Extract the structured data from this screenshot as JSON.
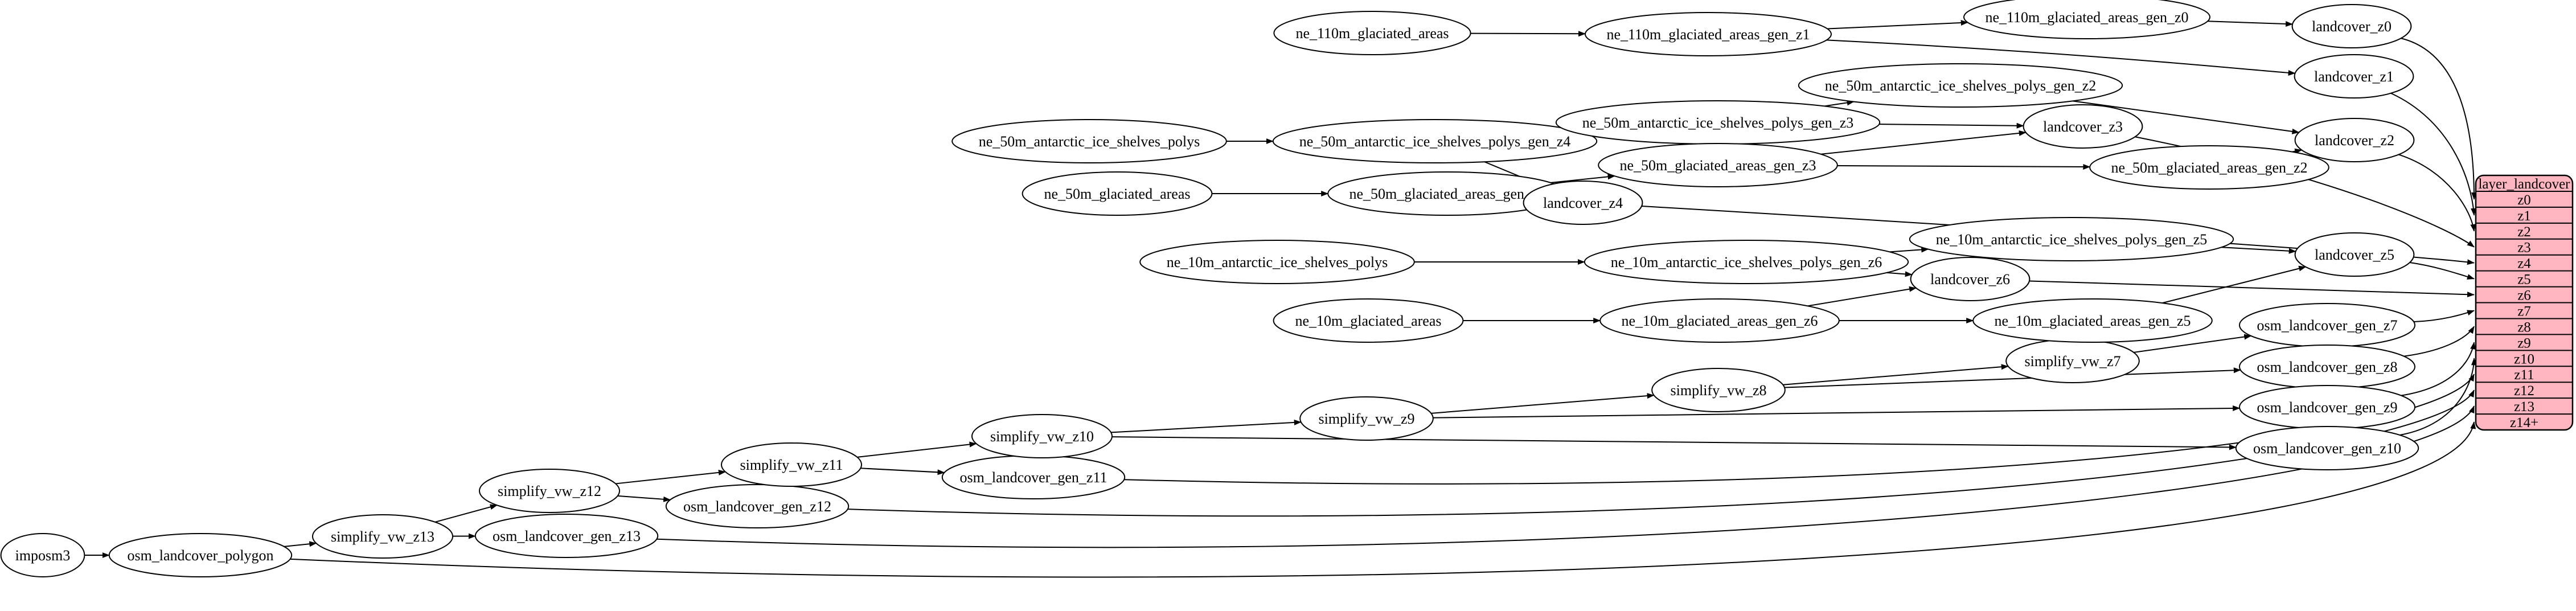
{
  "diagram": {
    "background": "#ffffff",
    "node_fill": "#ffffff",
    "node_stroke": "#000000",
    "edge_color": "#000000",
    "nodes": [
      {
        "id": "imposm3",
        "label": "imposm3"
      },
      {
        "id": "osm_landcover_polygon",
        "label": "osm_landcover_polygon"
      },
      {
        "id": "simplify_vw_z13",
        "label": "simplify_vw_z13"
      },
      {
        "id": "osm_landcover_gen_z13",
        "label": "osm_landcover_gen_z13"
      },
      {
        "id": "simplify_vw_z12",
        "label": "simplify_vw_z12"
      },
      {
        "id": "osm_landcover_gen_z12",
        "label": "osm_landcover_gen_z12"
      },
      {
        "id": "simplify_vw_z11",
        "label": "simplify_vw_z11"
      },
      {
        "id": "osm_landcover_gen_z11",
        "label": "osm_landcover_gen_z11"
      },
      {
        "id": "simplify_vw_z10",
        "label": "simplify_vw_z10"
      },
      {
        "id": "simplify_vw_z9",
        "label": "simplify_vw_z9"
      },
      {
        "id": "simplify_vw_z8",
        "label": "simplify_vw_z8"
      },
      {
        "id": "simplify_vw_z7",
        "label": "simplify_vw_z7"
      },
      {
        "id": "osm_landcover_gen_z7",
        "label": "osm_landcover_gen_z7"
      },
      {
        "id": "osm_landcover_gen_z8",
        "label": "osm_landcover_gen_z8"
      },
      {
        "id": "osm_landcover_gen_z9",
        "label": "osm_landcover_gen_z9"
      },
      {
        "id": "osm_landcover_gen_z10",
        "label": "osm_landcover_gen_z10"
      },
      {
        "id": "ne_110m_glaciated_areas",
        "label": "ne_110m_glaciated_areas"
      },
      {
        "id": "ne_110m_glaciated_areas_gen_z1",
        "label": "ne_110m_glaciated_areas_gen_z1"
      },
      {
        "id": "ne_110m_glaciated_areas_gen_z0",
        "label": "ne_110m_glaciated_areas_gen_z0"
      },
      {
        "id": "landcover_z0",
        "label": "landcover_z0"
      },
      {
        "id": "landcover_z1",
        "label": "landcover_z1"
      },
      {
        "id": "ne_50m_antarctic_ice_shelves_polys",
        "label": "ne_50m_antarctic_ice_shelves_polys"
      },
      {
        "id": "ne_50m_antarctic_ice_shelves_polys_gen_z4",
        "label": "ne_50m_antarctic_ice_shelves_polys_gen_z4"
      },
      {
        "id": "ne_50m_antarctic_ice_shelves_polys_gen_z3",
        "label": "ne_50m_antarctic_ice_shelves_polys_gen_z3"
      },
      {
        "id": "ne_50m_antarctic_ice_shelves_polys_gen_z2",
        "label": "ne_50m_antarctic_ice_shelves_polys_gen_z2"
      },
      {
        "id": "landcover_z3",
        "label": "landcover_z3"
      },
      {
        "id": "landcover_z2",
        "label": "landcover_z2"
      },
      {
        "id": "ne_50m_glaciated_areas",
        "label": "ne_50m_glaciated_areas"
      },
      {
        "id": "ne_50m_glaciated_areas_gen_z4",
        "label": "ne_50m_glaciated_areas_gen_z4"
      },
      {
        "id": "ne_50m_glaciated_areas_gen_z3",
        "label": "ne_50m_glaciated_areas_gen_z3"
      },
      {
        "id": "ne_50m_glaciated_areas_gen_z2",
        "label": "ne_50m_glaciated_areas_gen_z2"
      },
      {
        "id": "landcover_z4",
        "label": "landcover_z4"
      },
      {
        "id": "ne_10m_antarctic_ice_shelves_polys",
        "label": "ne_10m_antarctic_ice_shelves_polys"
      },
      {
        "id": "ne_10m_antarctic_ice_shelves_polys_gen_z6",
        "label": "ne_10m_antarctic_ice_shelves_polys_gen_z6"
      },
      {
        "id": "ne_10m_antarctic_ice_shelves_polys_gen_z5",
        "label": "ne_10m_antarctic_ice_shelves_polys_gen_z5"
      },
      {
        "id": "landcover_z5",
        "label": "landcover_z5"
      },
      {
        "id": "landcover_z6",
        "label": "landcover_z6"
      },
      {
        "id": "ne_10m_glaciated_areas",
        "label": "ne_10m_glaciated_areas"
      },
      {
        "id": "ne_10m_glaciated_areas_gen_z6",
        "label": "ne_10m_glaciated_areas_gen_z6"
      },
      {
        "id": "ne_10m_glaciated_areas_gen_z5",
        "label": "ne_10m_glaciated_areas_gen_z5"
      }
    ],
    "edges": [
      [
        "imposm3",
        "osm_landcover_polygon"
      ],
      [
        "osm_landcover_polygon",
        "simplify_vw_z13"
      ],
      [
        "osm_landcover_polygon",
        "t:z14+"
      ],
      [
        "simplify_vw_z13",
        "simplify_vw_z12"
      ],
      [
        "simplify_vw_z13",
        "osm_landcover_gen_z13"
      ],
      [
        "osm_landcover_gen_z13",
        "t:z13"
      ],
      [
        "simplify_vw_z12",
        "simplify_vw_z11"
      ],
      [
        "simplify_vw_z12",
        "osm_landcover_gen_z12"
      ],
      [
        "osm_landcover_gen_z12",
        "t:z12"
      ],
      [
        "simplify_vw_z11",
        "simplify_vw_z10"
      ],
      [
        "simplify_vw_z11",
        "osm_landcover_gen_z11"
      ],
      [
        "osm_landcover_gen_z11",
        "t:z11"
      ],
      [
        "simplify_vw_z10",
        "simplify_vw_z9"
      ],
      [
        "simplify_vw_z10",
        "osm_landcover_gen_z10"
      ],
      [
        "osm_landcover_gen_z10",
        "t:z10"
      ],
      [
        "simplify_vw_z9",
        "simplify_vw_z8"
      ],
      [
        "simplify_vw_z9",
        "osm_landcover_gen_z9"
      ],
      [
        "osm_landcover_gen_z9",
        "t:z9"
      ],
      [
        "simplify_vw_z8",
        "simplify_vw_z7"
      ],
      [
        "simplify_vw_z8",
        "osm_landcover_gen_z8"
      ],
      [
        "osm_landcover_gen_z8",
        "t:z8"
      ],
      [
        "simplify_vw_z7",
        "osm_landcover_gen_z7"
      ],
      [
        "osm_landcover_gen_z7",
        "t:z7"
      ],
      [
        "ne_110m_glaciated_areas",
        "ne_110m_glaciated_areas_gen_z1"
      ],
      [
        "ne_110m_glaciated_areas_gen_z1",
        "ne_110m_glaciated_areas_gen_z0"
      ],
      [
        "ne_110m_glaciated_areas_gen_z1",
        "landcover_z1"
      ],
      [
        "ne_110m_glaciated_areas_gen_z0",
        "landcover_z0"
      ],
      [
        "landcover_z0",
        "t:z0"
      ],
      [
        "landcover_z1",
        "t:z1"
      ],
      [
        "ne_50m_antarctic_ice_shelves_polys",
        "ne_50m_antarctic_ice_shelves_polys_gen_z4"
      ],
      [
        "ne_50m_antarctic_ice_shelves_polys_gen_z4",
        "ne_50m_antarctic_ice_shelves_polys_gen_z3"
      ],
      [
        "ne_50m_antarctic_ice_shelves_polys_gen_z4",
        "landcover_z4"
      ],
      [
        "ne_50m_antarctic_ice_shelves_polys_gen_z3",
        "ne_50m_antarctic_ice_shelves_polys_gen_z2"
      ],
      [
        "ne_50m_antarctic_ice_shelves_polys_gen_z3",
        "landcover_z3"
      ],
      [
        "ne_50m_antarctic_ice_shelves_polys_gen_z2",
        "landcover_z2"
      ],
      [
        "ne_50m_glaciated_areas",
        "ne_50m_glaciated_areas_gen_z4"
      ],
      [
        "ne_50m_glaciated_areas_gen_z4",
        "ne_50m_glaciated_areas_gen_z3"
      ],
      [
        "ne_50m_glaciated_areas_gen_z4",
        "landcover_z4"
      ],
      [
        "ne_50m_glaciated_areas_gen_z3",
        "ne_50m_glaciated_areas_gen_z2"
      ],
      [
        "ne_50m_glaciated_areas_gen_z3",
        "landcover_z3"
      ],
      [
        "ne_50m_glaciated_areas_gen_z2",
        "landcover_z2"
      ],
      [
        "landcover_z2",
        "t:z2"
      ],
      [
        "landcover_z3",
        "t:z3"
      ],
      [
        "landcover_z4",
        "t:z4"
      ],
      [
        "ne_10m_antarctic_ice_shelves_polys",
        "ne_10m_antarctic_ice_shelves_polys_gen_z6"
      ],
      [
        "ne_10m_antarctic_ice_shelves_polys_gen_z6",
        "ne_10m_antarctic_ice_shelves_polys_gen_z5"
      ],
      [
        "ne_10m_antarctic_ice_shelves_polys_gen_z6",
        "landcover_z6"
      ],
      [
        "ne_10m_antarctic_ice_shelves_polys_gen_z5",
        "landcover_z5"
      ],
      [
        "ne_10m_glaciated_areas",
        "ne_10m_glaciated_areas_gen_z6"
      ],
      [
        "ne_10m_glaciated_areas_gen_z6",
        "ne_10m_glaciated_areas_gen_z5"
      ],
      [
        "ne_10m_glaciated_areas_gen_z6",
        "landcover_z6"
      ],
      [
        "ne_10m_glaciated_areas_gen_z5",
        "landcover_z5"
      ],
      [
        "landcover_z5",
        "t:z5"
      ],
      [
        "landcover_z6",
        "t:z6"
      ]
    ],
    "table": {
      "title": "layer_landcover",
      "fill": "#ffb6c1",
      "stroke": "#000000",
      "rows": [
        "z0",
        "z1",
        "z2",
        "z3",
        "z4",
        "z5",
        "z6",
        "z7",
        "z8",
        "z9",
        "z10",
        "z11",
        "z12",
        "z13",
        "z14+"
      ]
    }
  }
}
